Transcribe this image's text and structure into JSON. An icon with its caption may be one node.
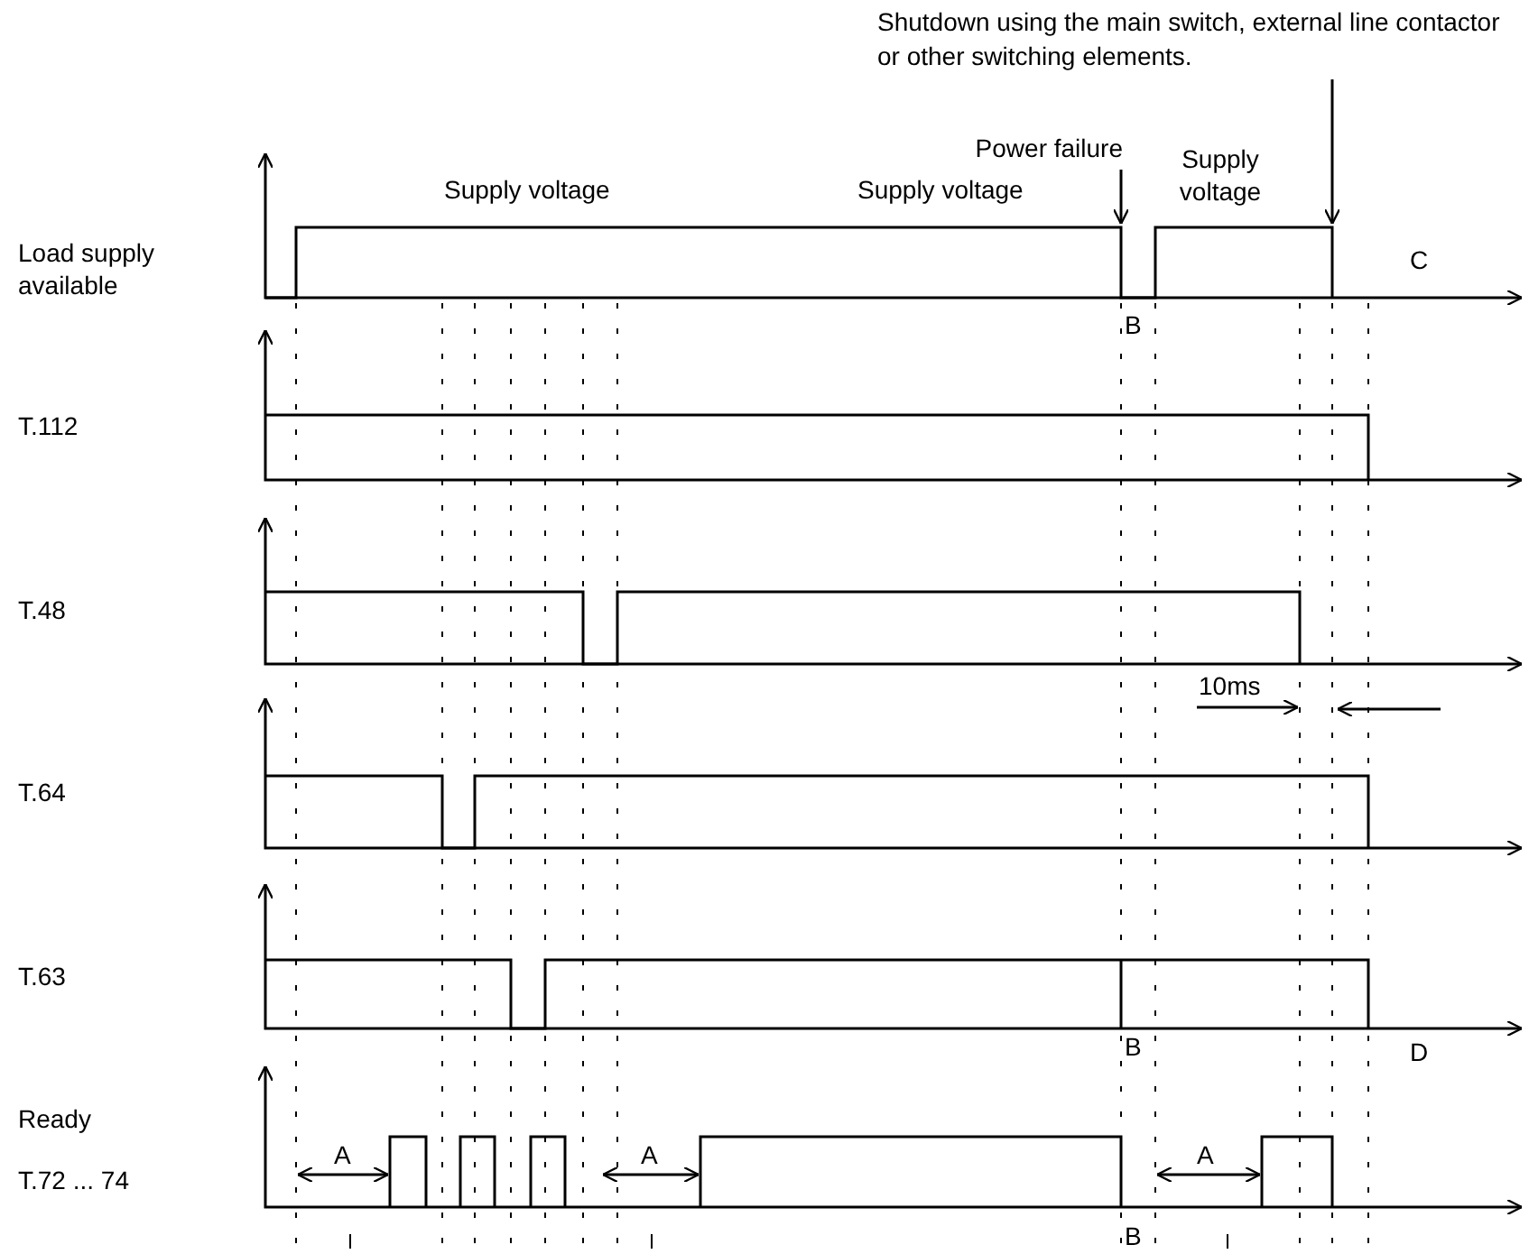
{
  "diagram": {
    "nodes": [
      {
        "text": [
          "Power failure"
        ]
      },
      {
        "text": [
          "Shutdown using the main switch, external line contactor or other switching elements."
        ]
      }
    ],
    "edges": [
      {
        "from": 0,
        "to": null,
        "arrow": "to"
      },
      {
        "from": 1,
        "to": null,
        "arrow": "to"
      }
    ],
    "labels": [
      "Supply voltage",
      "Supply voltage",
      "Supply voltage",
      "Load supply available",
      "C",
      "B",
      "T.112",
      "T.48",
      "10ms",
      "T.64",
      "T.63",
      "B",
      "D",
      "Ready",
      "A",
      "A",
      "A",
      "T.72 ... 74",
      "B"
    ]
  }
}
